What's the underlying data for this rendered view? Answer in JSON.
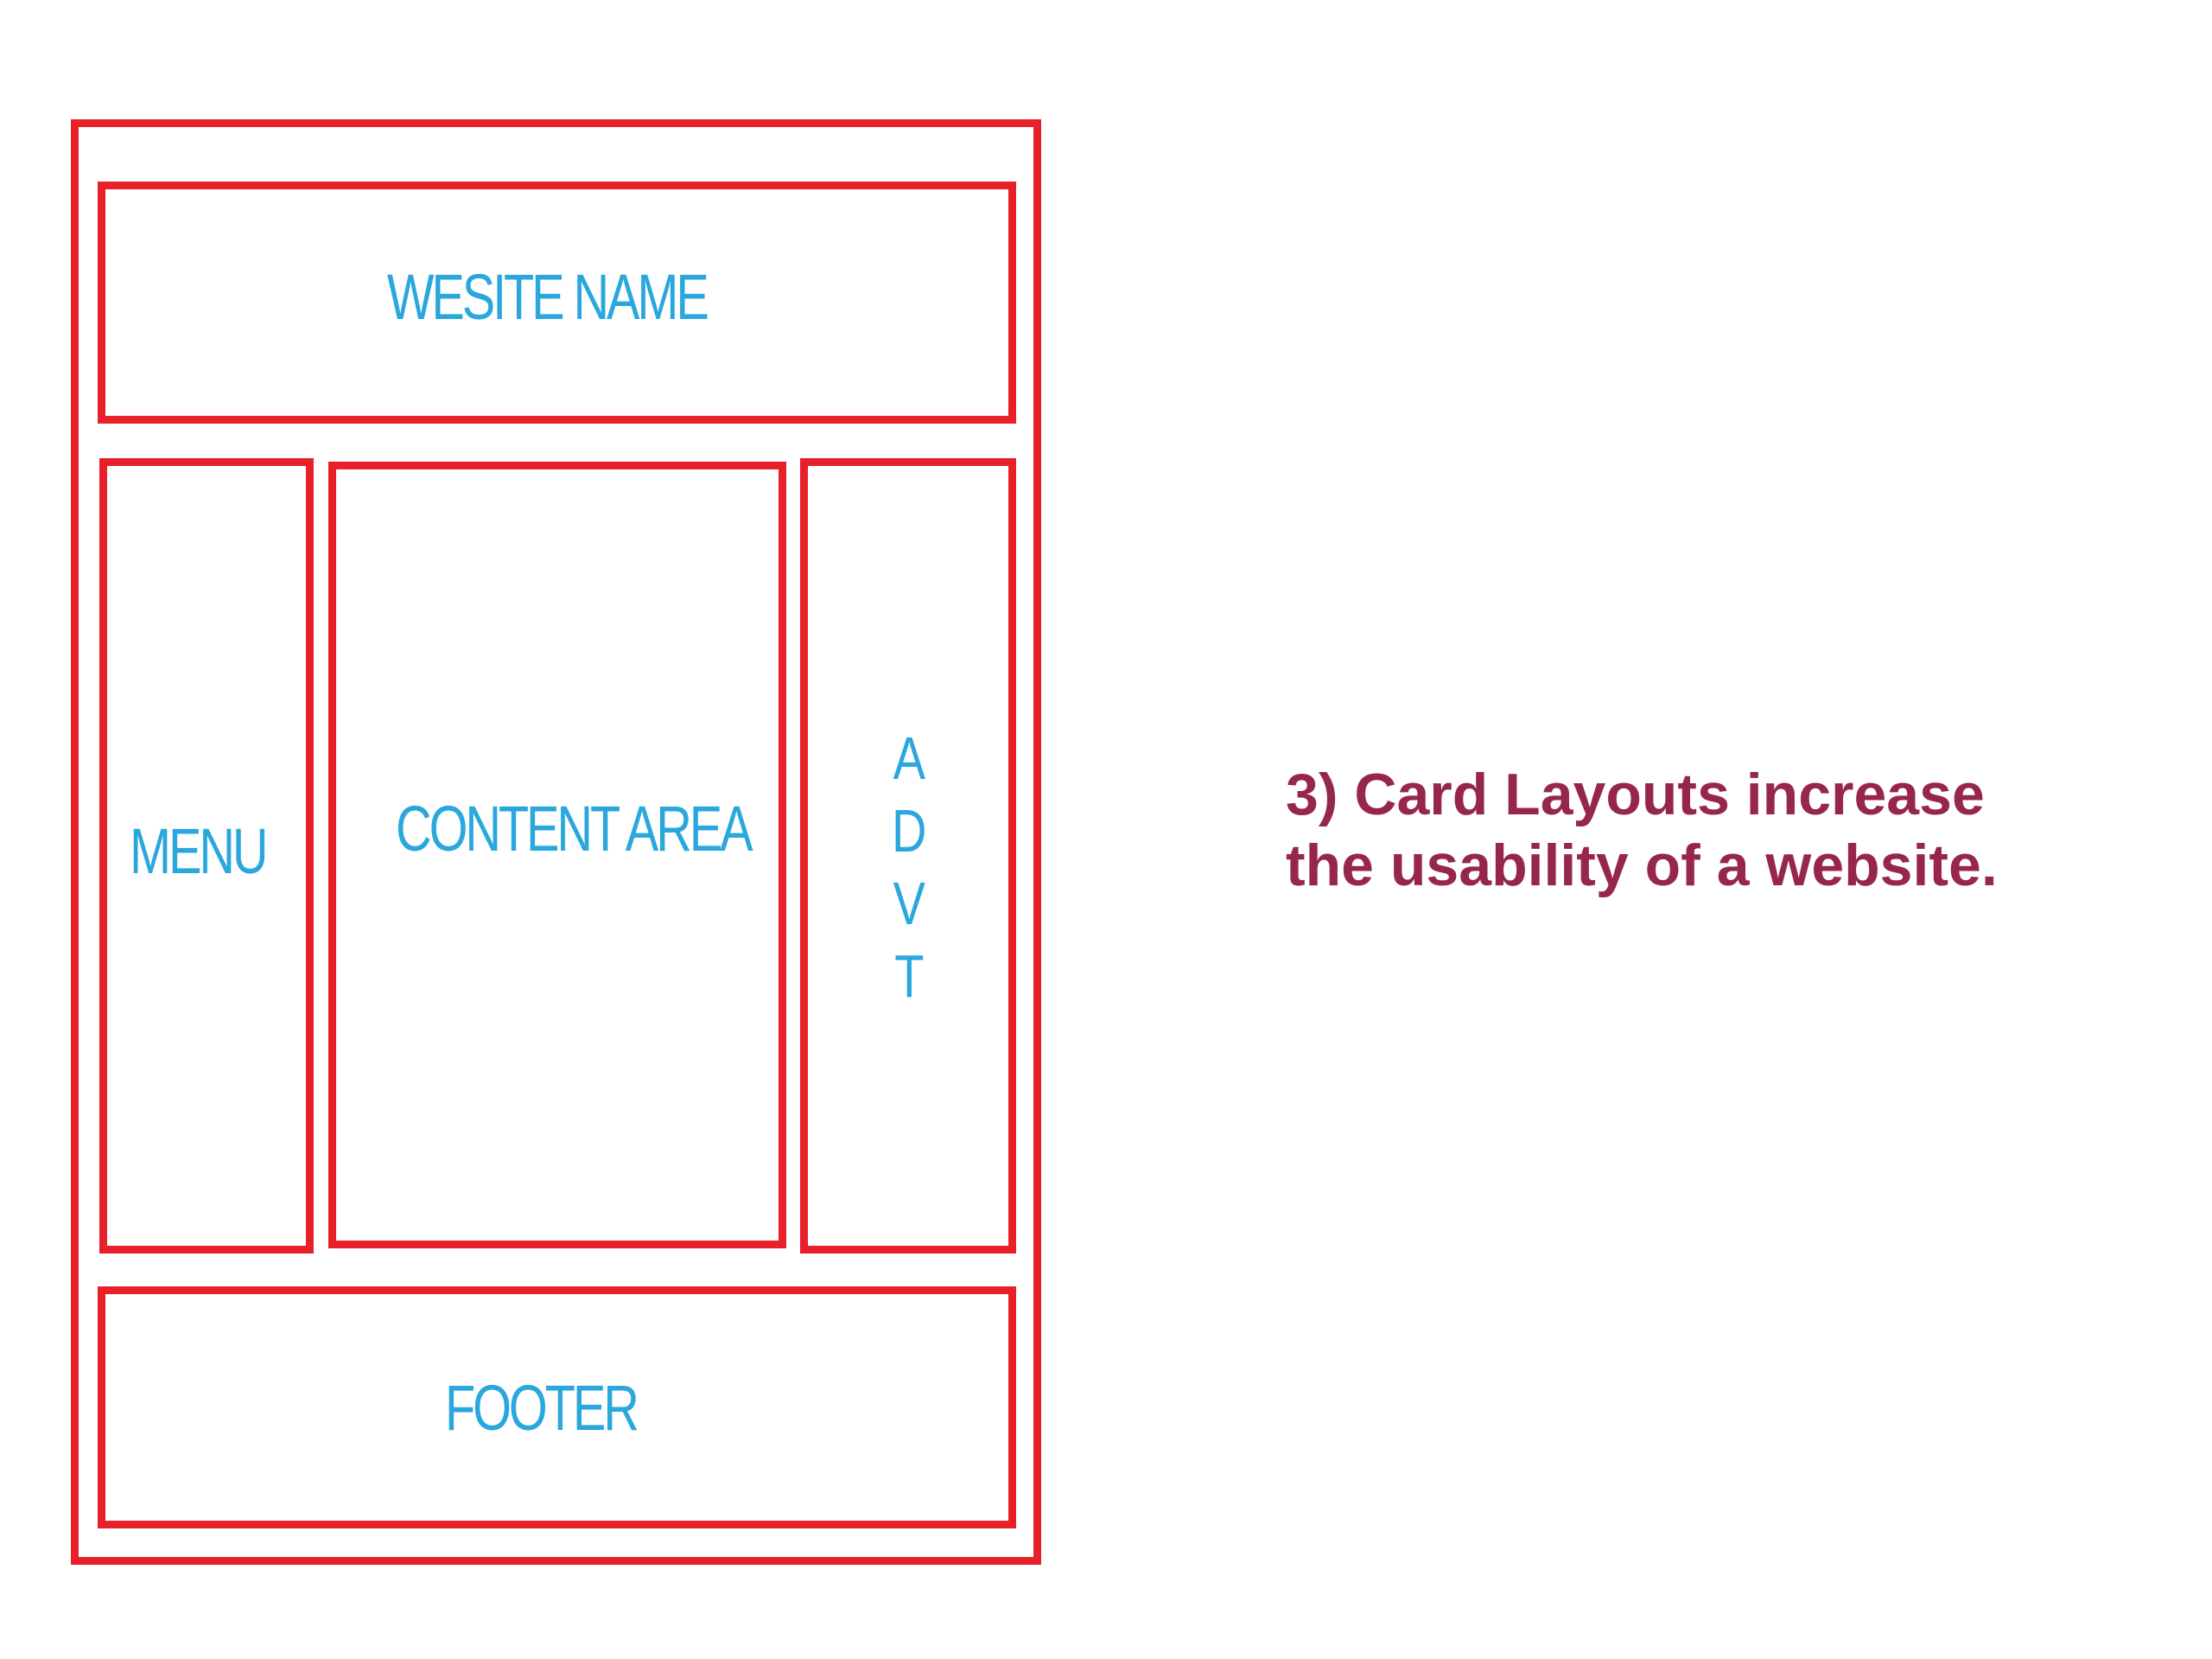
{
  "diagram": {
    "header_label": "WESITE NAME",
    "menu_label": "MENU",
    "content_label": "CONTENT AREA",
    "advt_letters": [
      "A",
      "D",
      "V",
      "T"
    ],
    "footer_label": "FOOTER"
  },
  "caption": {
    "line1": "3) Card Layouts increase",
    "line2": "the usability of a website."
  },
  "colors": {
    "border": "#e8202a",
    "label": "#2aa7dd",
    "caption": "#97264f"
  }
}
